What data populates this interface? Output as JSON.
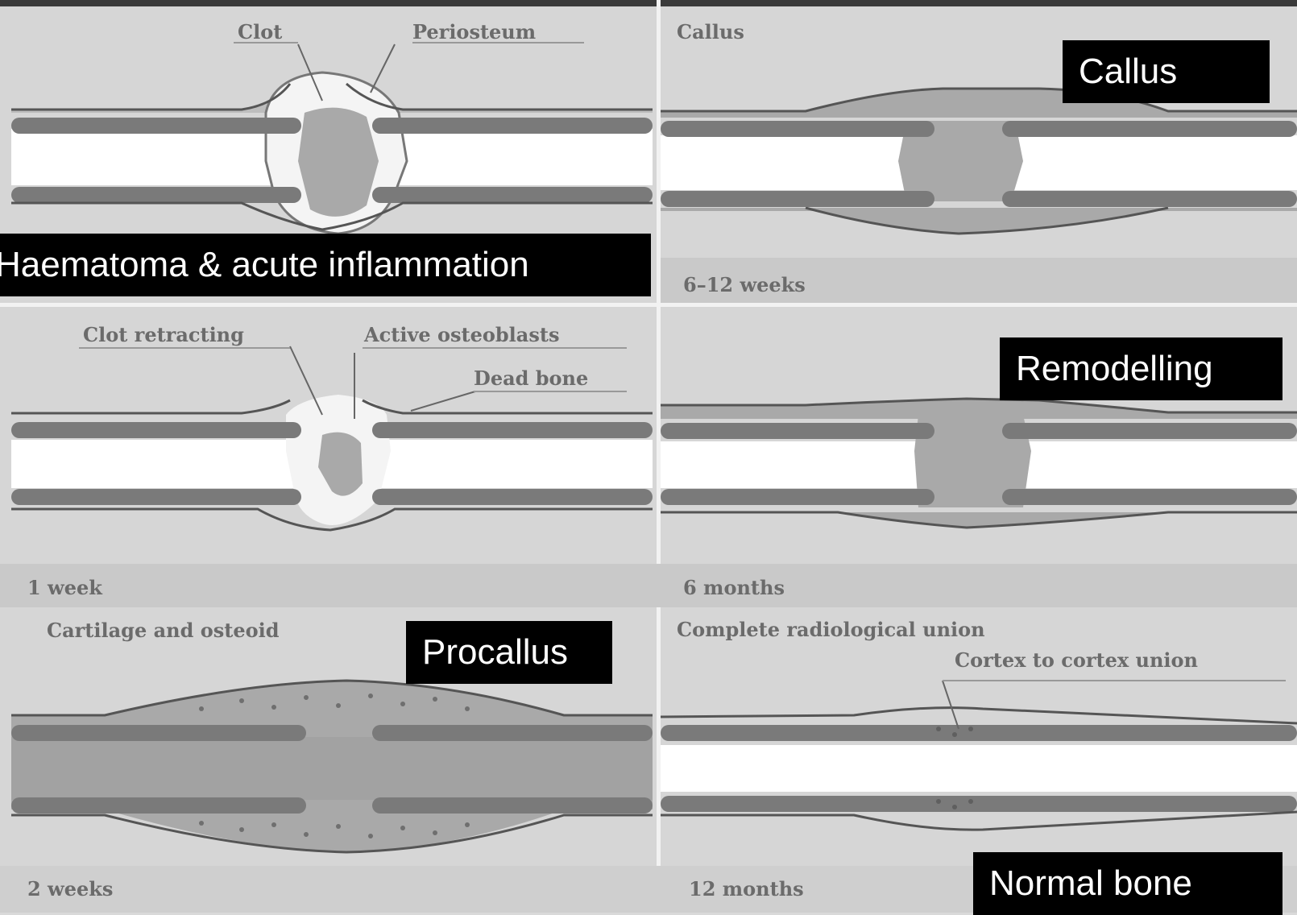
{
  "labels": {
    "callus": "Callus",
    "haematoma": "Haematoma & acute inflammation",
    "remodelling": "Remodelling",
    "procallus": "Procallus",
    "normal_bone": "Normal bone"
  },
  "annotations": {
    "clot": "Clot",
    "periosteum": "Periosteum",
    "callus_small": "Callus",
    "time_6_12_weeks": "6–12 weeks",
    "clot_retracting": "Clot retracting",
    "active_osteoblasts": "Active osteoblasts",
    "dead_bone": "Dead bone",
    "time_1_week": "1 week",
    "time_6_months": "6 months",
    "cartilage_osteoid": "Cartilage and osteoid",
    "complete_union": "Complete radiological union",
    "cortex_union": "Cortex to cortex union",
    "time_2_weeks": "2 weeks",
    "time_12_months": "12 months"
  },
  "colors": {
    "background": "#d9d9d9",
    "bone_cortex": "#7a7a7a",
    "clot": "#a9a9a9",
    "marrow": "#ffffff",
    "label_bg": "#000000",
    "label_text": "#ffffff"
  }
}
